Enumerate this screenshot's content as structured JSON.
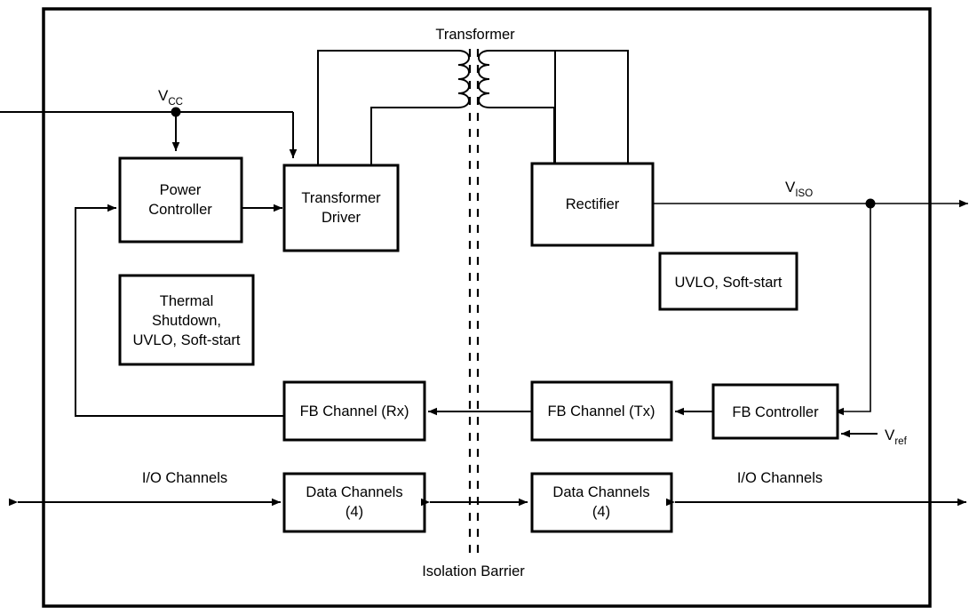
{
  "diagram": {
    "title_labels": {
      "transformer": "Transformer",
      "isolation_barrier": "Isolation Barrier",
      "io_channels_left": "I/O Channels",
      "io_channels_right": "I/O Channels"
    },
    "signals": {
      "vcc_base": "V",
      "vcc_sub": "CC",
      "viso_base": "V",
      "viso_sub": "ISO",
      "vref_base": "V",
      "vref_sub": "ref"
    },
    "blocks": [
      {
        "id": "power-controller",
        "lines": [
          "Power",
          "Controller"
        ]
      },
      {
        "id": "transformer-driver",
        "lines": [
          "Transformer",
          "Driver"
        ]
      },
      {
        "id": "thermal-shutdown",
        "lines": [
          "Thermal",
          "Shutdown,",
          "UVLO, Soft-start"
        ]
      },
      {
        "id": "rectifier",
        "lines": [
          "Rectifier"
        ]
      },
      {
        "id": "uvlo-soft-start",
        "lines": [
          "UVLO, Soft-start"
        ]
      },
      {
        "id": "fb-channel-rx",
        "lines": [
          "FB Channel (Rx)"
        ]
      },
      {
        "id": "fb-channel-tx",
        "lines": [
          "FB Channel (Tx)"
        ]
      },
      {
        "id": "fb-controller",
        "lines": [
          "FB Controller"
        ]
      },
      {
        "id": "data-channels-left",
        "lines": [
          "Data Channels",
          "(4)"
        ]
      },
      {
        "id": "data-channels-right",
        "lines": [
          "Data Channels",
          "(4)"
        ]
      }
    ],
    "colors": {
      "line": "#000000",
      "background": "#ffffff",
      "block_fill": "#ffffff"
    }
  }
}
